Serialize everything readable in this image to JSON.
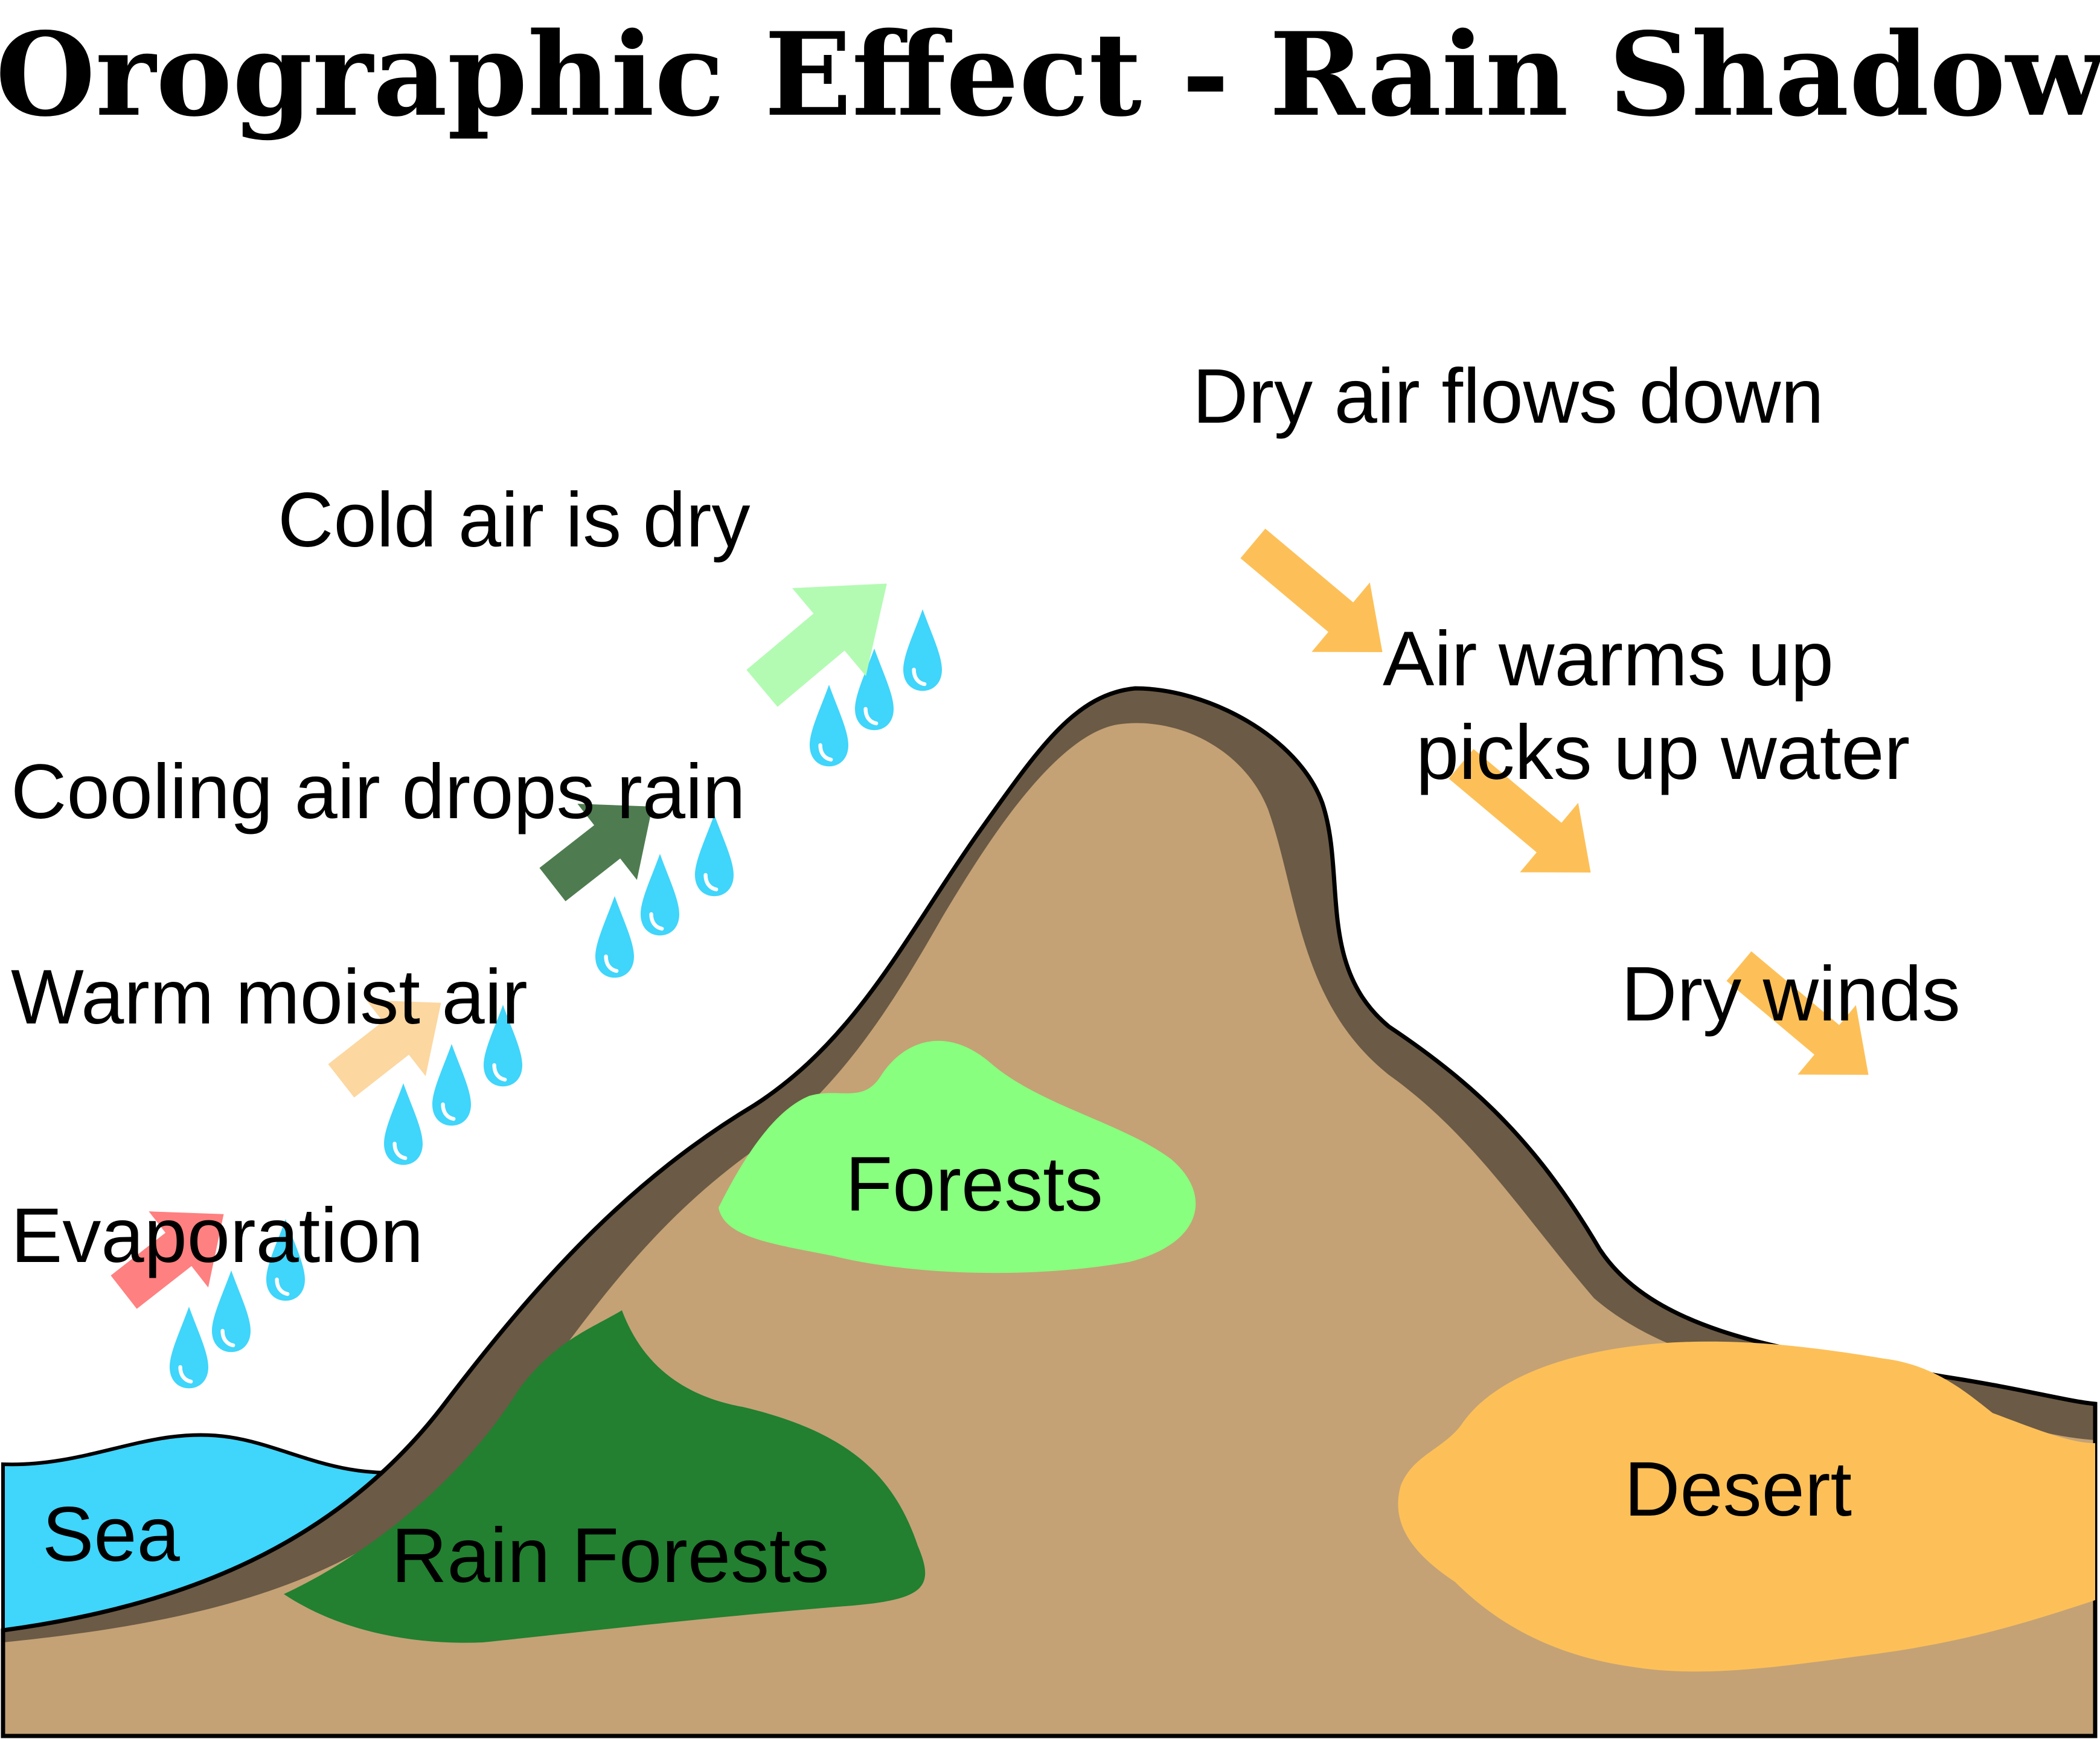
{
  "title": "Orographic Effect - Rain Shadow",
  "labels": {
    "evaporation": "Evaporation",
    "warm_moist_air": "Warm moist air",
    "cooling_air_drops_rain": "Cooling air drops rain",
    "cold_air_is_dry": "Cold air is dry",
    "dry_air_flows_down": "Dry air flows down",
    "air_warms_up": "Air warms up",
    "picks_up_water": "picks up water",
    "dry_winds": "Dry winds"
  },
  "regions": {
    "sea": "Sea",
    "rain_forests": "Rain Forests",
    "forests": "Forests",
    "desert": "Desert"
  },
  "colors": {
    "sea": "#40D5FA",
    "raindrop": "#40D5FA",
    "mountain_fill": "#C4A276",
    "mountain_shadow": "#6B5A45",
    "mountain_outline": "#000000",
    "rain_forest": "#228030",
    "forest": "#88FF7E",
    "desert": "#FDC058",
    "arrow_evaporation": "#FF8080",
    "arrow_warm_air": "#FCD7A0",
    "arrow_cooling_air": "#4E7C50",
    "arrow_cold_air": "#B3FBB3",
    "arrow_dry_air": "#FDC058"
  }
}
